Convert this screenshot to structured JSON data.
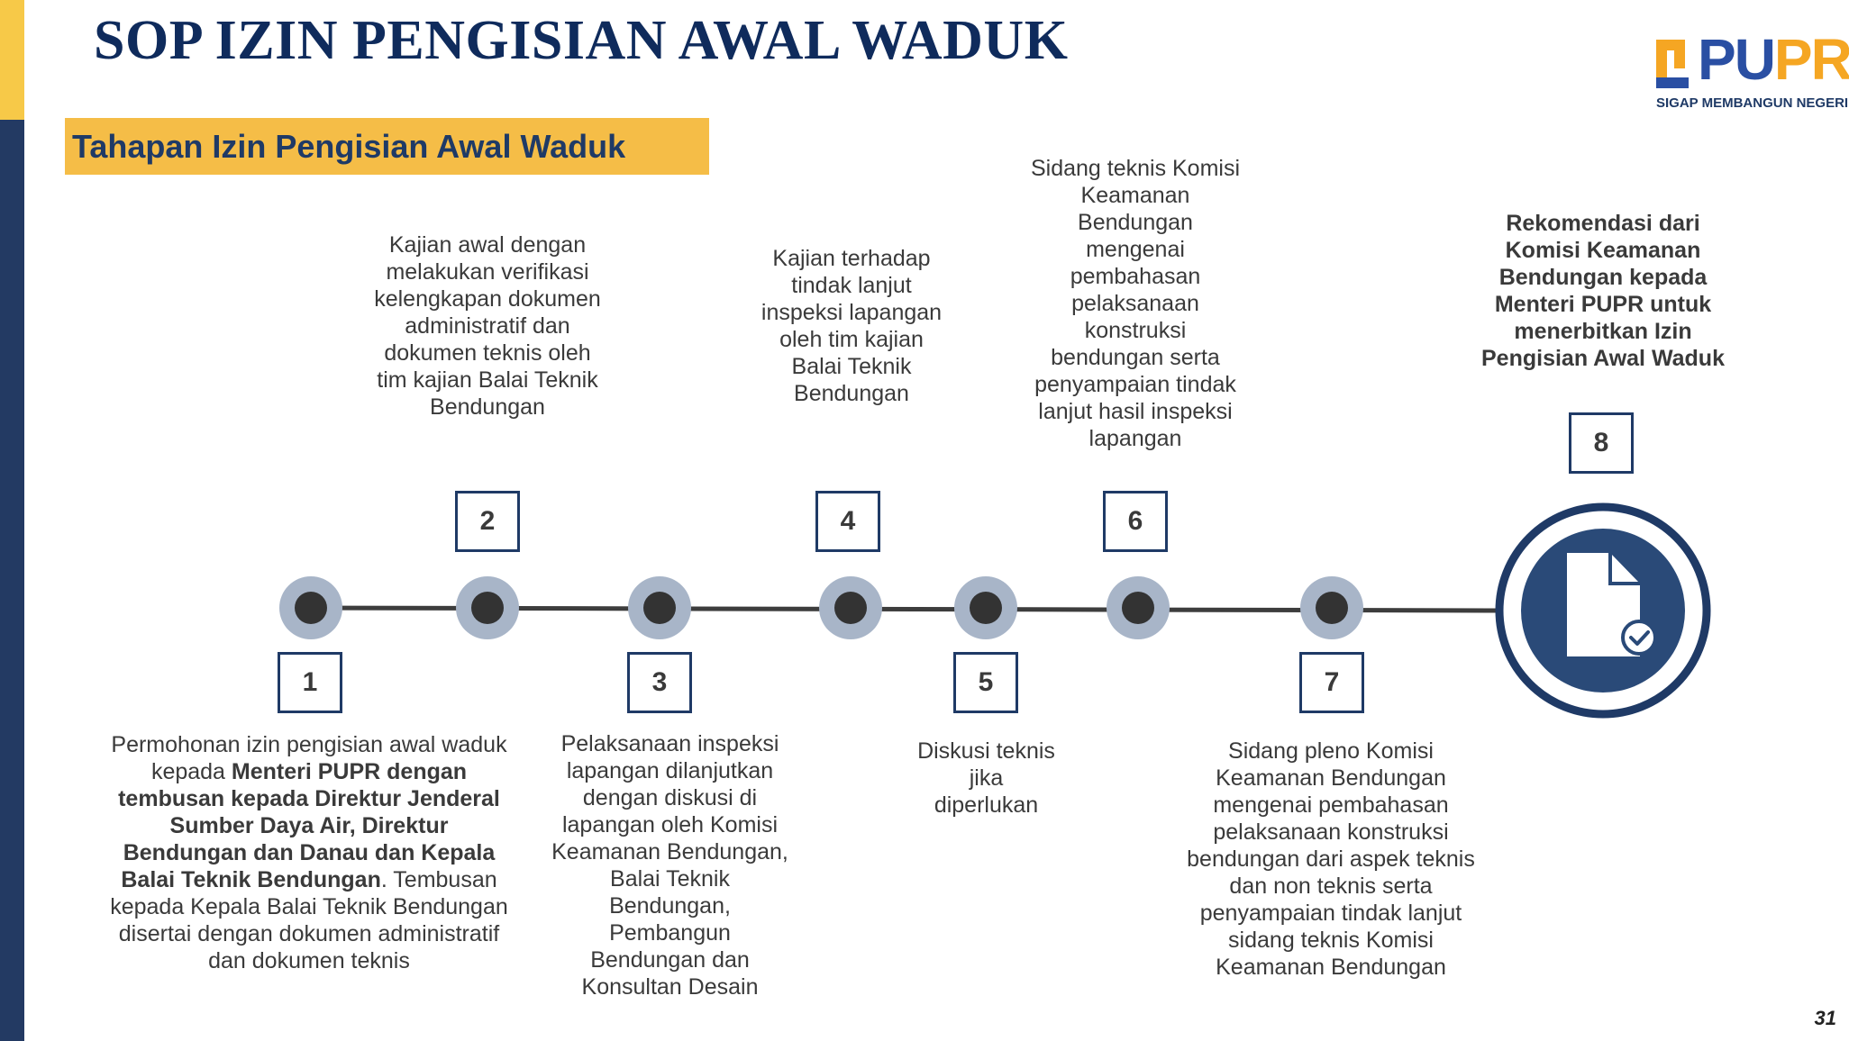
{
  "title": "SOP IZIN PENGISIAN AWAL WADUK",
  "subtitle": "Tahapan Izin Pengisian Awal Waduk",
  "logo": {
    "text_main": "PU",
    "text_accent": "PR",
    "tagline": "SIGAP MEMBANGUN NEGERI"
  },
  "colors": {
    "navy": "#1f3a66",
    "yellow": "#f5bd47",
    "dot_halo": "#a8b5c8",
    "dot_core": "#333333"
  },
  "steps": [
    {
      "number": "1",
      "parts": [
        {
          "text": "Permohonan izin pengisian awal waduk kepada ",
          "bold": false
        },
        {
          "text": "Menteri PUPR dengan tembusan kepada Direktur Jenderal Sumber Daya Air, Direktur Bendungan dan Danau dan Kepala Balai Teknik Bendungan",
          "bold": true
        },
        {
          "text": ". Tembusan kepada Kepala Balai Teknik Bendungan disertai dengan dokumen administratif dan dokumen teknis",
          "bold": false
        }
      ]
    },
    {
      "number": "2",
      "text": "Kajian awal dengan melakukan verifikasi kelengkapan dokumen administratif dan dokumen teknis oleh tim kajian Balai Teknik Bendungan"
    },
    {
      "number": "3",
      "text": "Pelaksanaan inspeksi lapangan dilanjutkan dengan diskusi di lapangan oleh Komisi Keamanan Bendungan, Balai Teknik Bendungan, Pembangun Bendungan dan Konsultan Desain"
    },
    {
      "number": "4",
      "text": "Kajian terhadap tindak lanjut inspeksi lapangan oleh tim kajian Balai Teknik Bendungan"
    },
    {
      "number": "5",
      "text": "Diskusi teknis jika diperlukan"
    },
    {
      "number": "6",
      "text": "Sidang teknis Komisi Keamanan Bendungan mengenai pembahasan pelaksanaan konstruksi bendungan serta penyampaian tindak lanjut hasil inspeksi lapangan"
    },
    {
      "number": "7",
      "text": "Sidang pleno Komisi Keamanan Bendungan mengenai pembahasan pelaksanaan konstruksi bendungan dari aspek teknis dan non teknis serta penyampaian tindak lanjut sidang teknis Komisi Keamanan Bendungan"
    },
    {
      "number": "8",
      "text": "Rekomendasi dari Komisi Keamanan Bendungan kepada Menteri PUPR untuk menerbitkan Izin Pengisian Awal Waduk"
    }
  ],
  "final_icon": "document-check-icon",
  "page_number": "31"
}
